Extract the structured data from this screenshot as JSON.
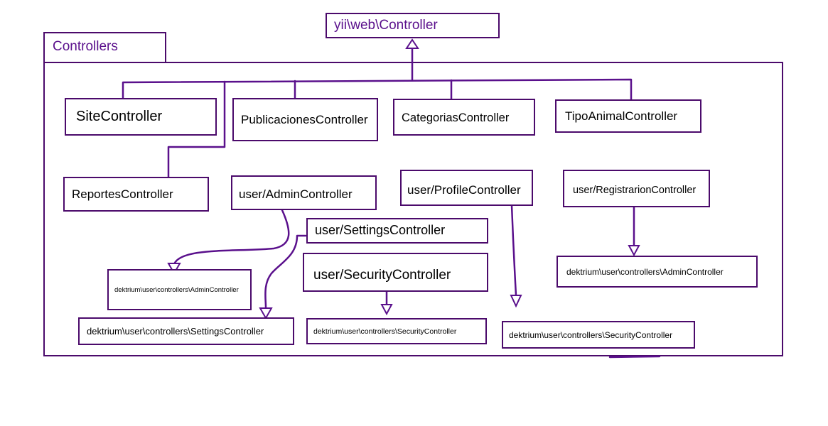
{
  "parent_class": "yii\\web\\Controller",
  "package": "Controllers",
  "controllers": {
    "site": "SiteController",
    "publicaciones": "PublicacionesController",
    "categorias": "CategoriasController",
    "tipo_animal": "TipoAnimalController",
    "reportes": "ReportesController",
    "user_admin": "user/AdminController",
    "user_profile": "user/ProfileController",
    "user_registration": "user/RegistrarionController",
    "user_settings": "user/SettingsController",
    "user_security": "user/SecurityController"
  },
  "dektrium": {
    "admin_left": "dektrium\\user\\controllers\\AdminController",
    "settings": "dektrium\\user\\controllers\\SettingsController",
    "security_mid": "dektrium\\user\\controllers\\SecurityController",
    "security_right": "dektrium\\user\\controllers\\SecurityController",
    "admin_right": "dektrium\\user\\controllers\\AdminController"
  },
  "colors": {
    "stroke": "#4b0a6b",
    "accent_text": "#5a108c"
  }
}
